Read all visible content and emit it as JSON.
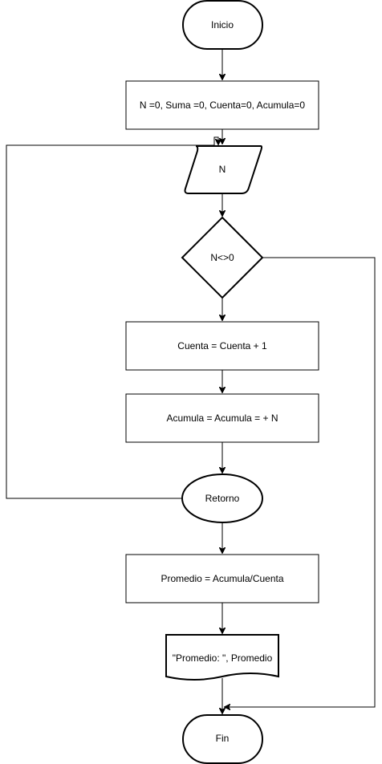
{
  "flowchart": {
    "start_label": "Inicio",
    "init_label": "N =0, Suma =0, Cuenta=0, Acumula=0",
    "input_label": "N",
    "decision_label": "N<>0",
    "count_label": "Cuenta = Cuenta + 1",
    "accumulate_label": "Acumula = Acumula = + N",
    "return_label": "Retorno",
    "average_label": "Promedio = Acumula/Cuenta",
    "output_label": "\"Promedio: \", Promedio",
    "end_label": "Fin"
  }
}
